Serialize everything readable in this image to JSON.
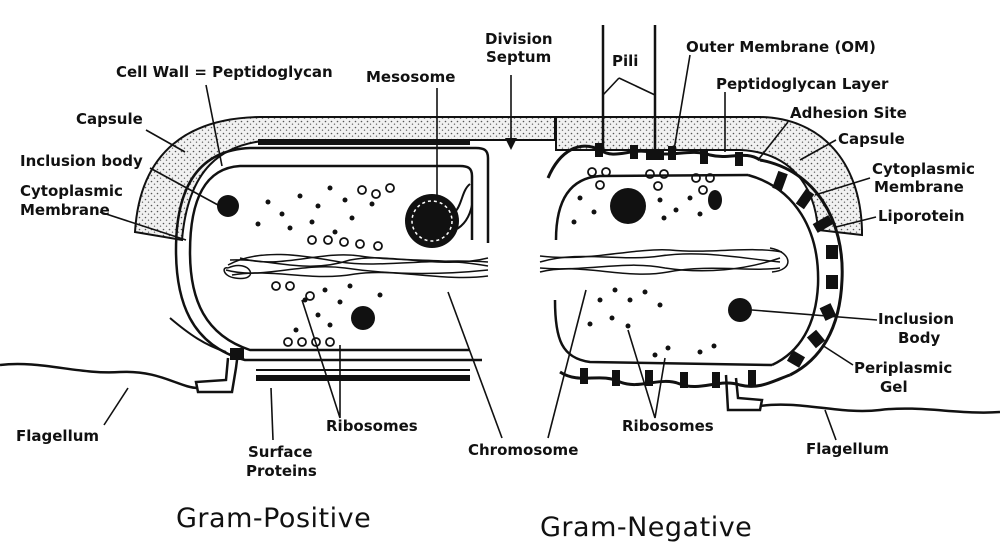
{
  "labels": {
    "cell_wall": "Cell Wall = Peptidoglycan",
    "capsule_left": "Capsule",
    "inclusion_body_left": "Inclusion body",
    "cytoplasmic_membrane_left_1": "Cytoplasmic",
    "cytoplasmic_membrane_left_2": "Membrane",
    "mesosome": "Mesosome",
    "division_septum_1": "Division",
    "division_septum_2": "Septum",
    "pili": "Pili",
    "outer_membrane": "Outer Membrane (OM)",
    "peptidoglycan_layer": "Peptidoglycan Layer",
    "adhesion_site": "Adhesion Site",
    "capsule_right": "Capsule",
    "cytoplasmic_membrane_right_1": "Cytoplasmic",
    "cytoplasmic_membrane_right_2": "Membrane",
    "liporotein": "Liporotein",
    "inclusion_body_right_1": "Inclusion",
    "inclusion_body_right_2": "Body",
    "periplasmic_gel_1": "Periplasmic",
    "periplasmic_gel_2": "Gel",
    "flagellum_left": "Flagellum",
    "surface_proteins_1": "Surface",
    "surface_proteins_2": "Proteins",
    "ribosomes_left": "Ribosomes",
    "chromosome": "Chromosome",
    "ribosomes_right": "Ribosomes",
    "flagellum_right": "Flagellum"
  },
  "titles": {
    "gram_positive": "Gram-Positive",
    "gram_negative": "Gram-Negative"
  }
}
